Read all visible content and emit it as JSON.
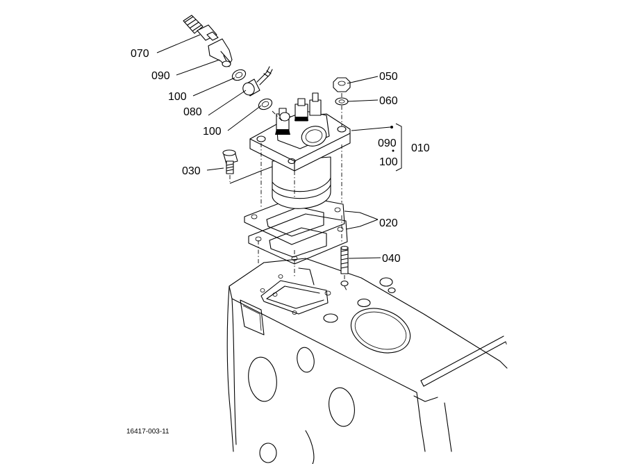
{
  "labels": {
    "p070": "070",
    "p090a": "090",
    "p100a": "100",
    "p080": "080",
    "p100b": "100",
    "p050": "050",
    "p060": "060",
    "p090b": "090",
    "p100c": "100",
    "p010": "010",
    "p030": "030",
    "p020": "020",
    "p040": "040"
  },
  "drawing_code": "16417-003-11"
}
